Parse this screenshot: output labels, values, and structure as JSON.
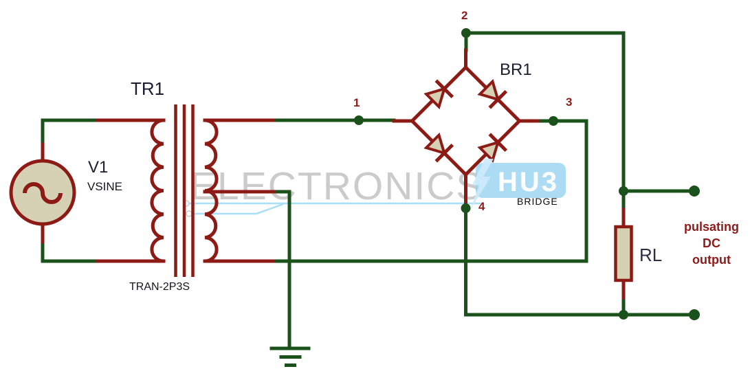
{
  "colors": {
    "wire_green": "#1b521b",
    "component_red": "#8d1b15",
    "component_fill": "#d6d0b4",
    "label_dark": "#1c1c30",
    "node_label_red": "#8e1b1b",
    "watermark_gray": "#cbcbcb",
    "watermark_blue": "#a9def7",
    "badge_blue": "#8fd0f0",
    "background": "#ffffff"
  },
  "components": {
    "source": {
      "ref": "V1",
      "type": "VSINE"
    },
    "transformer": {
      "ref": "TR1",
      "type": "TRAN-2P3S"
    },
    "bridge": {
      "ref": "BR1",
      "type": "BRIDGE",
      "pins": [
        "1",
        "2",
        "3",
        "4"
      ]
    },
    "load": {
      "ref": "RL"
    }
  },
  "annotations": {
    "output_lines": [
      "pulsating",
      "DC",
      "output"
    ]
  },
  "watermark": {
    "text": "ELECTRONICS",
    "badge": "HU3"
  }
}
